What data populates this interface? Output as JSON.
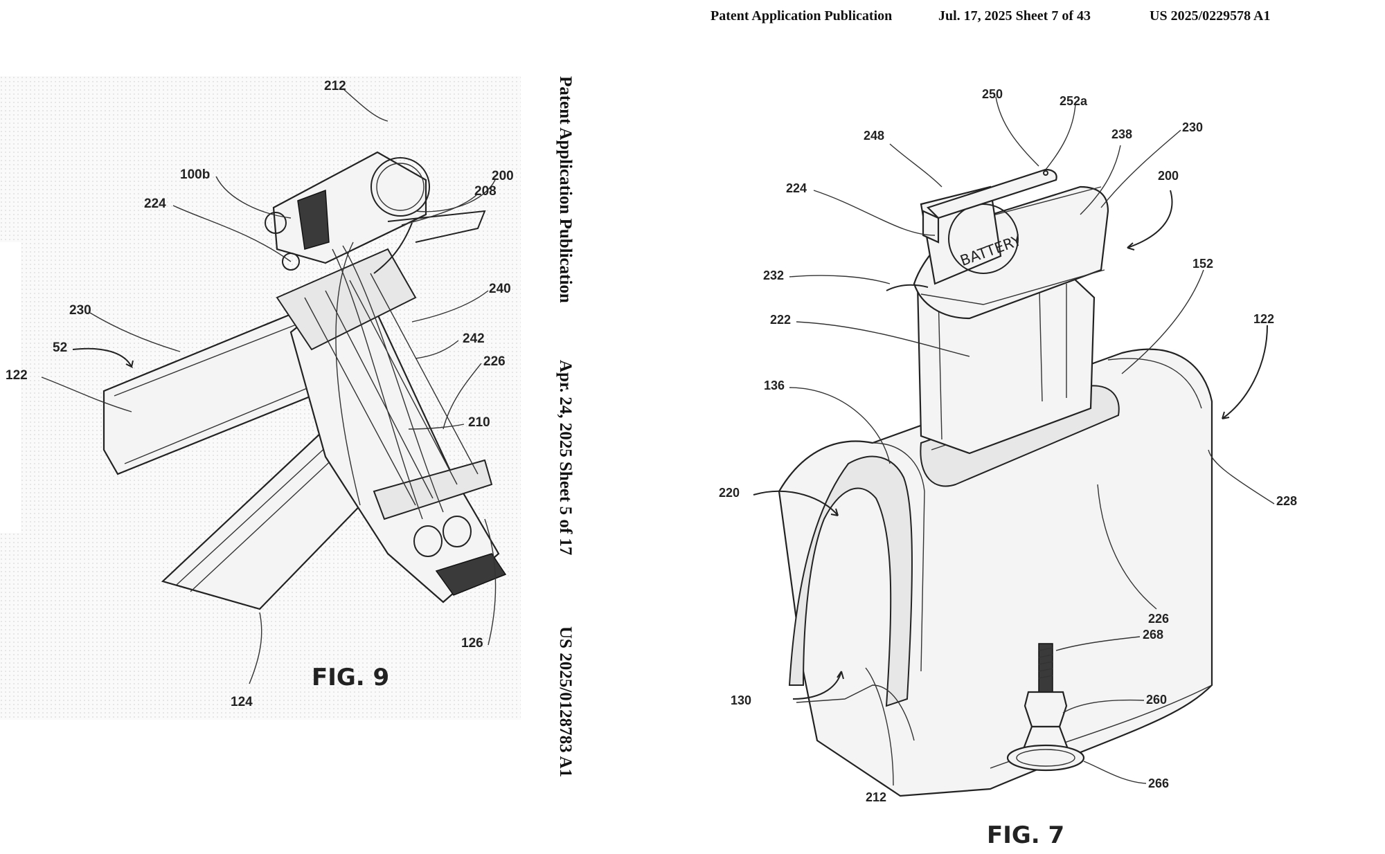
{
  "header": {
    "publication": "Patent Application Publication",
    "date_sheet": "Jul. 17, 2025   Sheet 7 of 43",
    "number": "US 2025/0229578 A1"
  },
  "vertical_header": {
    "publication": "Patent Application Publication",
    "date_sheet": "Apr. 24, 2025  Sheet 5 of 17",
    "number": "US 2025/0128783 A1"
  },
  "fig9": {
    "label": "FIG. 9",
    "refs": {
      "r212": "212",
      "r100b": "100b",
      "r200": "200",
      "r208": "208",
      "r224": "224",
      "r240": "240",
      "r230": "230",
      "r52": "52",
      "r242": "242",
      "r226": "226",
      "r122": "122",
      "r210": "210",
      "r126": "126",
      "r124": "124"
    }
  },
  "fig7": {
    "label": "FIG. 7",
    "battery_text": "BATTERY",
    "refs": {
      "r250": "250",
      "r252a": "252a",
      "r248": "248",
      "r238": "238",
      "r230": "230",
      "r200": "200",
      "r224": "224",
      "r232": "232",
      "r152": "152",
      "r222": "222",
      "r122": "122",
      "r136": "136",
      "r220": "220",
      "r228": "228",
      "r226": "226",
      "r268": "268",
      "r130": "130",
      "r260": "260",
      "r266": "266",
      "r212": "212"
    }
  },
  "colors": {
    "ink": "#222222",
    "paper": "#ffffff",
    "stipple": "#e9e9e9"
  }
}
